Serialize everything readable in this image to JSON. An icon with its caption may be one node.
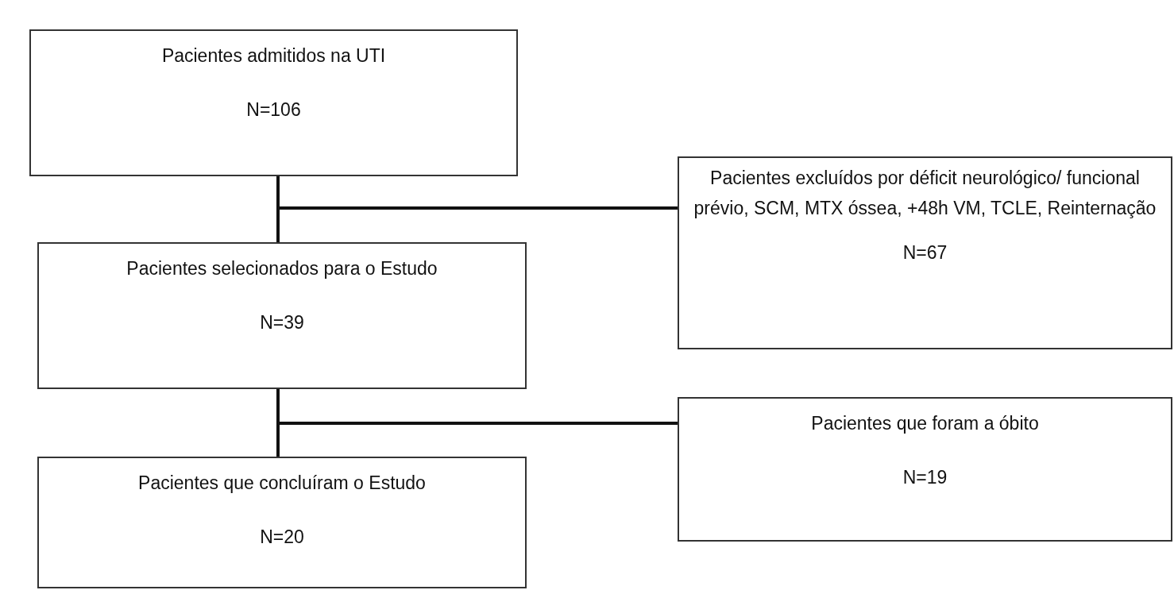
{
  "diagram": {
    "nodes": [
      {
        "text": [
          "Pacientes admitidos na UTI",
          "N=106"
        ]
      },
      {
        "text": [
          "Pacientes excluídos por déficit neurológico/ funcional prévio, SCM, MTX óssea, +48h VM, TCLE, Reinternação",
          "N=67"
        ]
      },
      {
        "text": [
          "Pacientes selecionados para o Estudo",
          "N=39"
        ]
      },
      {
        "text": [
          "Pacientes que foram a óbito",
          "N=19"
        ]
      },
      {
        "text": [
          "Pacientes que concluíram o Estudo",
          "N=20"
        ]
      }
    ],
    "edges": [
      {
        "from": 0,
        "to": 2,
        "arrow": "none"
      },
      {
        "from": 0,
        "to": 1,
        "arrow": "none"
      },
      {
        "from": 2,
        "to": 4,
        "arrow": "none"
      },
      {
        "from": 2,
        "to": 3,
        "arrow": "none"
      }
    ]
  }
}
